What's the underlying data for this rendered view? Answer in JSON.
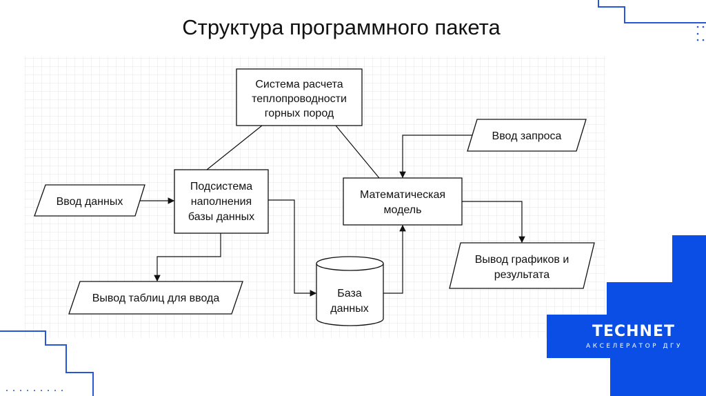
{
  "slide": {
    "title": "Структура программного пакета"
  },
  "diagram": {
    "system": [
      "Система расчета",
      "теплопроводности",
      "горных пород"
    ],
    "subsystem": [
      "Подсистема",
      "наполнения",
      "базы данных"
    ],
    "math_model": [
      "Математическая",
      "модель"
    ],
    "input_data": "Ввод данных",
    "input_query": "Ввод запроса",
    "output_graphs": [
      "Вывод графиков и",
      "результата"
    ],
    "output_tables": "Вывод таблиц для ввода",
    "database": [
      "База",
      "данных"
    ]
  },
  "logo": {
    "name": "TECHNET",
    "subtitle": "АКСЕЛЕРАТОР ДГУ"
  },
  "colors": {
    "brand": "#0b4ee6",
    "grid": "#e4e4e4"
  }
}
